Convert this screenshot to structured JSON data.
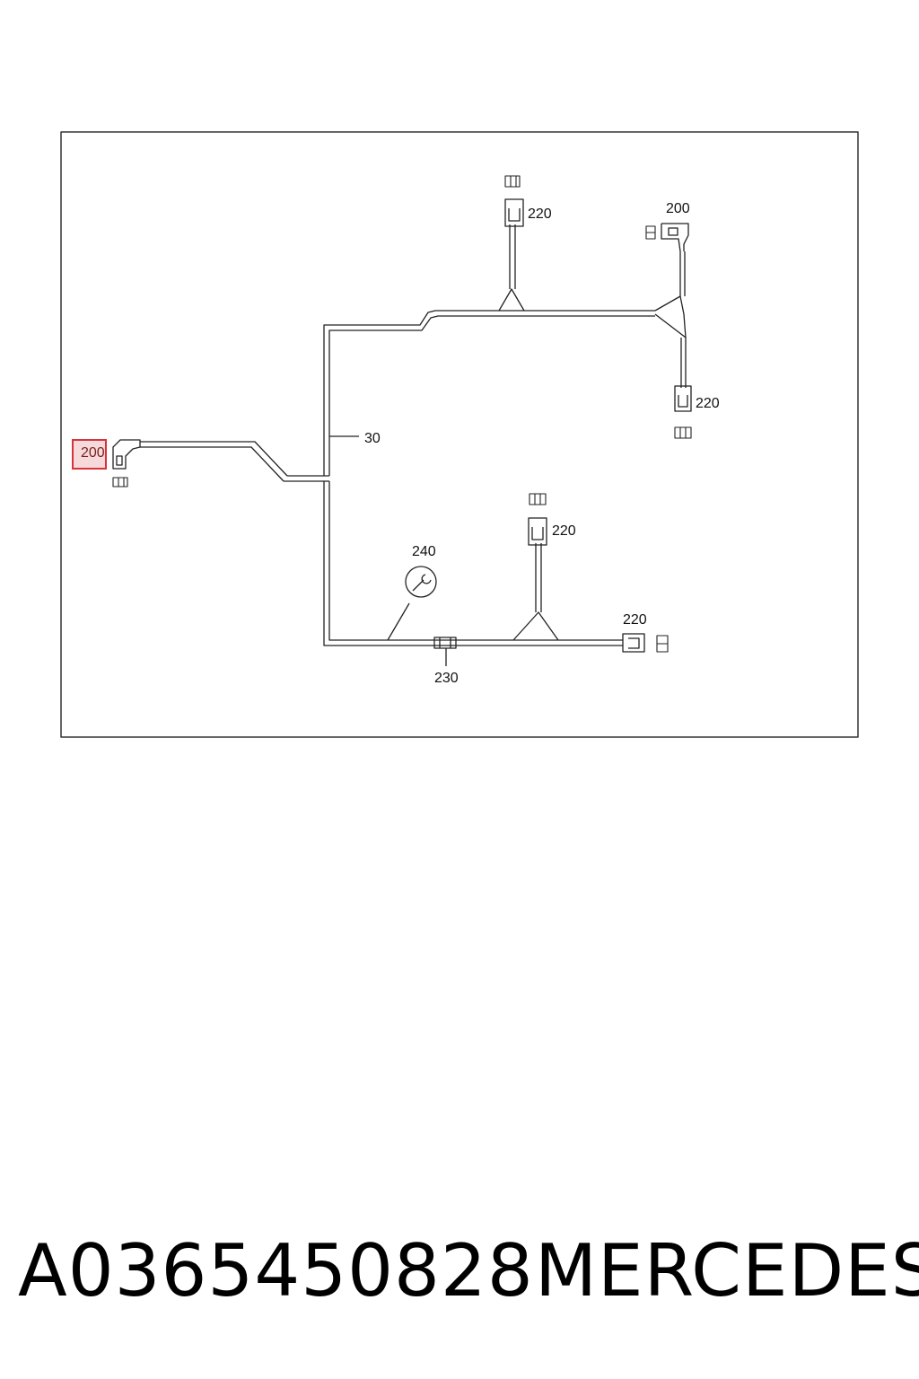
{
  "diagram": {
    "callouts": {
      "c200_selected": "200",
      "c200_top": "200",
      "c220_top": "220",
      "c220_right": "220",
      "c220_mid": "220",
      "c220_bottom": "220",
      "c30": "30",
      "c240": "240",
      "c230": "230"
    },
    "selected_callout": "200",
    "highlight_color": "#d8323a"
  },
  "caption": {
    "part_number": "A0365450828",
    "brand": "MERCEDES"
  }
}
